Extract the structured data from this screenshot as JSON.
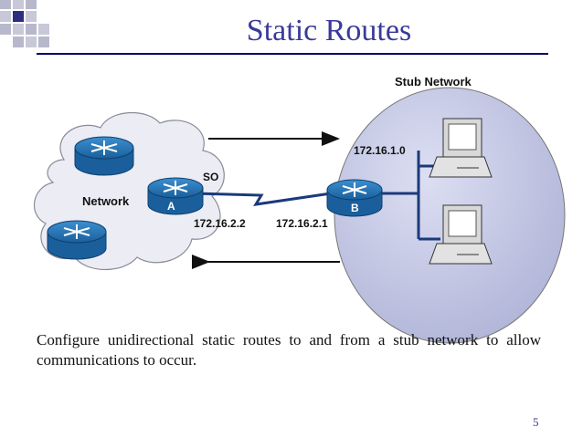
{
  "slide": {
    "title": "Static Routes",
    "page_number": "5",
    "caption": "Configure unidirectional static routes to and from a stub network to allow communications to occur."
  },
  "diagram": {
    "stub_network_label": "Stub Network",
    "network_label": "Network",
    "serial_label": "SO",
    "router_a_label": "A",
    "router_b_label": "B",
    "router_a_ip": "172.16.2.2",
    "router_b_ip": "172.16.2.1",
    "stub_subnet": "172.16.1.0"
  },
  "colors": {
    "title": "#3a3a9a",
    "router_blue": "#1f6fb0",
    "stub_fill": "#c8cbe6",
    "cloud_fill": "#e9e9f3"
  }
}
